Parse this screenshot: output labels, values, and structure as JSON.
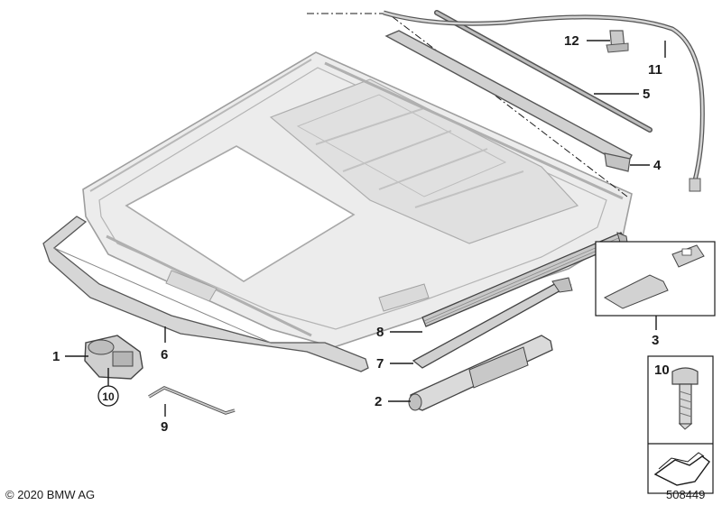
{
  "callouts": {
    "c1": "1",
    "c2": "2",
    "c3": "3",
    "c4": "4",
    "c5": "5",
    "c6": "6",
    "c7": "7",
    "c8": "8",
    "c9": "9",
    "c10": "10",
    "c10_circled": "10",
    "c11": "11",
    "c12": "12"
  },
  "footer": {
    "copyright": "© 2020 BMW AG",
    "diagram_id": "508449"
  },
  "colors": {
    "frame_fill": "#ebebeb",
    "frame_stroke": "#9e9e9e",
    "part_fill": "#d2d2d2",
    "part_stroke": "#555555",
    "ink": "#1a1a1a"
  }
}
